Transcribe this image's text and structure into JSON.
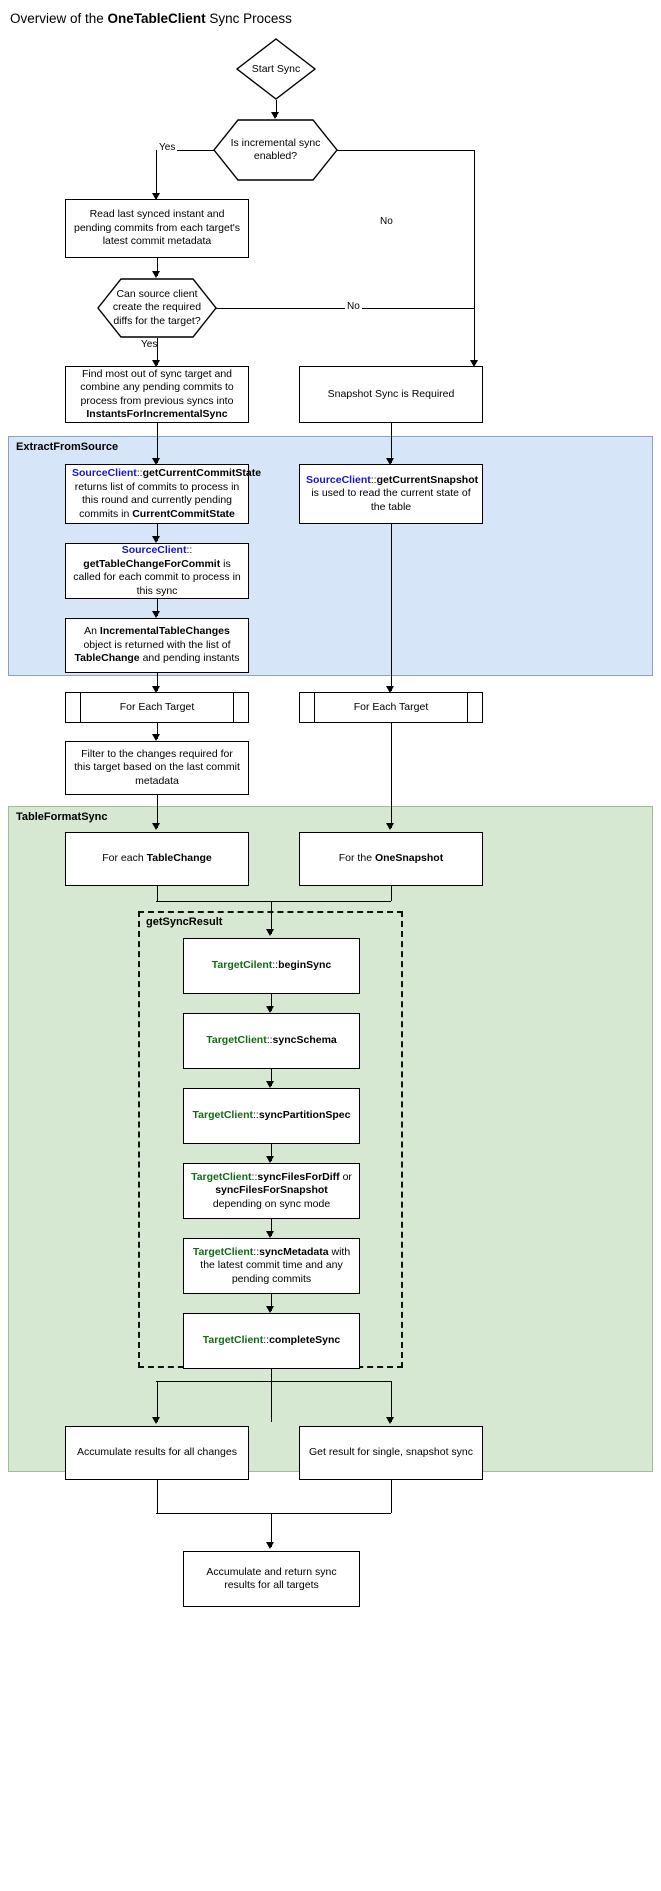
{
  "title": {
    "prefix": "Overview of the ",
    "bold": "OneTableClient",
    "suffix": " Sync Process"
  },
  "lanes": [
    {
      "name": "ExtractFromSource",
      "label": "ExtractFromSource",
      "color": "#d6e5f7"
    },
    {
      "name": "TableFormatSync",
      "label": "TableFormatSync",
      "color": "#d7e8d2"
    },
    {
      "name": "getSyncResult",
      "label": "getSyncResult",
      "color": "transparent"
    }
  ],
  "nodes": {
    "start_sync": "Start Sync",
    "is_incremental": "Is incremental sync enabled?",
    "read_last_synced": "Read last synced instant and pending commits from each target's latest commit metadata",
    "can_source_client": "Can source client create the required diffs for the target?",
    "find_most_out_of_sync_1": "Find most out of sync target and combine any pending commits to process from previous syncs into ",
    "find_most_out_of_sync_2": "InstantsForIncrementalSync",
    "snapshot_sync_required": "Snapshot Sync is Required",
    "get_current_commit_state_1": "SourceClient",
    "get_current_commit_state_2": "::",
    "get_current_commit_state_3": "getCurrentCommitState",
    "get_current_commit_state_4": " returns list of commits to process in this round and currently pending commits in ",
    "get_current_commit_state_5": "CurrentCommitState",
    "get_current_snapshot_1": "SourceClient",
    "get_current_snapshot_2": "::",
    "get_current_snapshot_3": "getCurrentSnapshot",
    "get_current_snapshot_4": " is used to read the current state of the table",
    "get_table_change_1": "SourceClient",
    "get_table_change_2": "::",
    "get_table_change_3": "getTableChangeForCommit",
    "get_table_change_4": " is called for each commit to process in this sync",
    "incremental_table_changes_1": "An ",
    "incremental_table_changes_2": "IncrementalTableChanges",
    "incremental_table_changes_3": " object is returned with the list of ",
    "incremental_table_changes_4": "TableChange",
    "incremental_table_changes_5": " and pending instants",
    "for_each_target_left": "For Each Target",
    "for_each_target_right": "For Each Target",
    "filter_changes": "Filter to the changes required for this target based on the last commit metadata",
    "for_each_table_change_1": "For each ",
    "for_each_table_change_2": "TableChange",
    "for_the_one_snapshot_1": "For the ",
    "for_the_one_snapshot_2": "OneSnapshot",
    "begin_sync_1": "TargetCilent",
    "begin_sync_2": "::",
    "begin_sync_3": "beginSync",
    "sync_schema_1": "TargetClient",
    "sync_schema_2": "::",
    "sync_schema_3": "syncSchema",
    "sync_partition_spec_1": "TargetClient",
    "sync_partition_spec_2": "::",
    "sync_partition_spec_3": "syncPartitionSpec",
    "sync_files_1": "TargetClient",
    "sync_files_2": "::",
    "sync_files_3": "syncFilesForDiff",
    "sync_files_4": " or ",
    "sync_files_5": "syncFilesForSnapshot",
    "sync_files_6": " depending on sync mode",
    "sync_metadata_1": "TargetClient",
    "sync_metadata_2": "::",
    "sync_metadata_3": "syncMetadata",
    "sync_metadata_4": " with the latest commit time and any pending commits",
    "complete_sync_1": "TargetClient",
    "complete_sync_2": "::",
    "complete_sync_3": "completeSync",
    "accumulate_results": "Accumulate results for all changes",
    "get_result_single": "Get result for single, snapshot sync",
    "accumulate_return": "Accumulate and return sync results for all targets"
  },
  "edge_labels": {
    "incremental_yes": "Yes",
    "incremental_no": "No",
    "diffs_yes": "Yes",
    "diffs_no": "No"
  },
  "colors": {
    "source_client": "#1414d2",
    "target_client": "#136b16",
    "lane_blue": "#d6e5f7",
    "lane_blue_border": "#8aa4c0",
    "lane_green": "#d7e8d2",
    "lane_green_border": "#9fbd98",
    "stroke": "#000000"
  }
}
